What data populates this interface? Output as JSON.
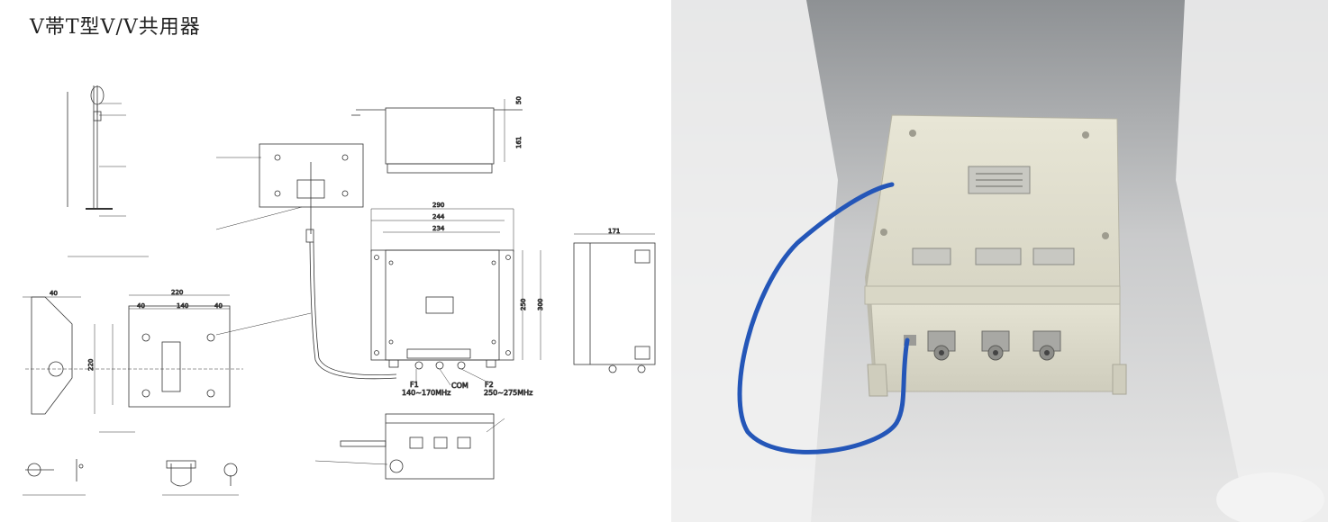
{
  "drawing": {
    "title": "V帯T型V/V共用器",
    "ports": {
      "f1": "F1",
      "f1_range": "140~170MHz",
      "com": "COM",
      "f2": "F2",
      "f2_range": "250~275MHz"
    },
    "dimensions": {
      "top_width_outer": "290",
      "top_width_mid": "244",
      "top_width_inner": "234",
      "side_height_inner": "250",
      "side_height_outer": "300",
      "side_depth": "171",
      "bracket_width": "220",
      "bracket_height": "220",
      "bracket_sub_1": "40",
      "bracket_sub_2": "140",
      "bracket_sub_3": "40",
      "bracket_side_top": "40",
      "box_height": "161",
      "box_small": "50"
    }
  },
  "photo": {
    "description_icon": "photo-of-diplexer-box"
  }
}
